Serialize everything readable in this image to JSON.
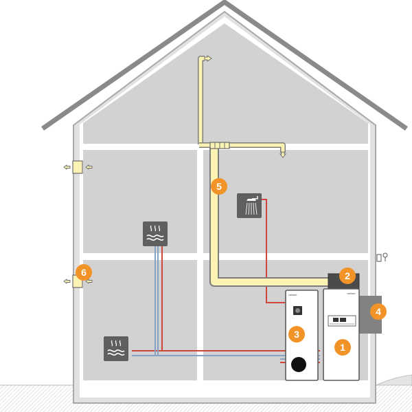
{
  "brand_label": "vaillant",
  "colors": {
    "roof": "#8a8a8a",
    "wall": "#e1e1e1",
    "room": "#d2d2d2",
    "duct": "#fbf3b4",
    "duct_outline": "#7d7d7d",
    "pipe_hot": "#d0453a",
    "pipe_cold": "#86a0c6",
    "badge": "#f29327",
    "unit_body": "#ffffff",
    "unit_outline": "#5b5b5b",
    "icon_tile": "#5f5f5f"
  },
  "components": [
    {
      "id": "heat-pump-indoor-unit",
      "number": "1"
    },
    {
      "id": "ventilation-unit",
      "number": "2"
    },
    {
      "id": "hot-water-cylinder",
      "number": "3"
    },
    {
      "id": "wall-duct",
      "number": "4"
    },
    {
      "id": "ventilation-duct",
      "number": "5"
    },
    {
      "id": "wall-ventilator",
      "number": "6"
    }
  ],
  "icons": [
    "underfloor-heating-icon",
    "underfloor-heating-icon",
    "shower-icon",
    "room-thermostat-icon",
    "air-flow-arrow-icon"
  ]
}
